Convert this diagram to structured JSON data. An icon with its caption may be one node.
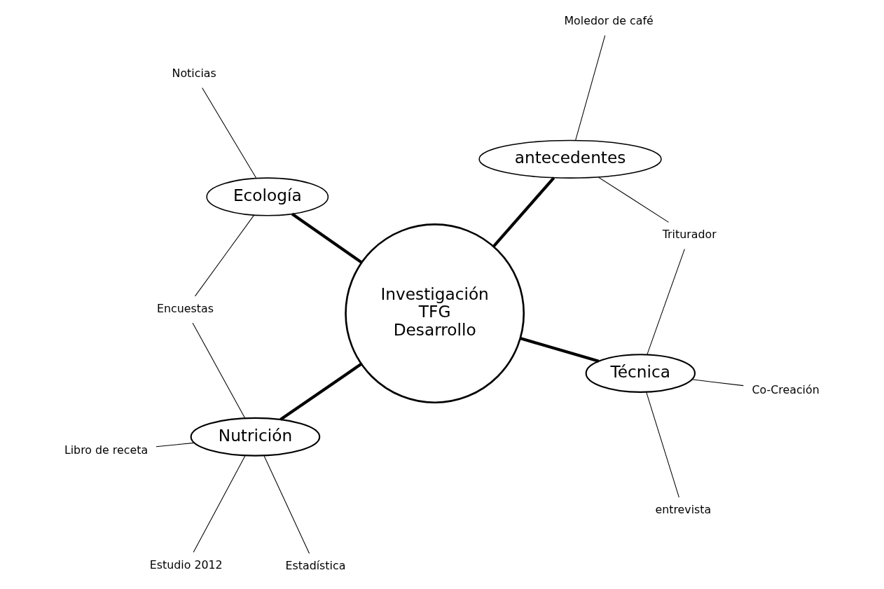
{
  "diagram": {
    "nodes": [
      {
        "text": [
          "Investigación",
          "TFG",
          "Desarrollo"
        ]
      },
      {
        "text": [
          "Técnica"
        ]
      },
      {
        "text": [
          "Nutrición"
        ]
      },
      {
        "text": [
          "Ecología"
        ]
      },
      {
        "text": [
          "antecedentes"
        ]
      },
      {
        "text": [
          "Co-Creación"
        ]
      },
      {
        "text": [
          "entrevista"
        ]
      },
      {
        "text": [
          "Triturador"
        ]
      },
      {
        "text": [
          "Libro de receta"
        ]
      },
      {
        "text": [
          "Estudio 2012"
        ]
      },
      {
        "text": [
          "Estadística"
        ]
      },
      {
        "text": [
          "Encuestas"
        ]
      },
      {
        "text": [
          "Noticias"
        ]
      },
      {
        "text": [
          "Moledor de café"
        ]
      }
    ],
    "edges": [
      {
        "from": 0,
        "to": 1,
        "arrow": "none",
        "style": "thick"
      },
      {
        "from": 0,
        "to": 2,
        "arrow": "none",
        "style": "thick"
      },
      {
        "from": 0,
        "to": 3,
        "arrow": "none",
        "style": "thick"
      },
      {
        "from": 0,
        "to": 4,
        "arrow": "none",
        "style": "thick"
      },
      {
        "from": 1,
        "to": 5,
        "arrow": "none"
      },
      {
        "from": 1,
        "to": 6,
        "arrow": "none"
      },
      {
        "from": 1,
        "to": 7,
        "arrow": "none"
      },
      {
        "from": 4,
        "to": 7,
        "arrow": "none"
      },
      {
        "from": 4,
        "to": 13,
        "arrow": "none"
      },
      {
        "from": 2,
        "to": 8,
        "arrow": "none"
      },
      {
        "from": 2,
        "to": 9,
        "arrow": "none"
      },
      {
        "from": 2,
        "to": 10,
        "arrow": "none"
      },
      {
        "from": 2,
        "to": 11,
        "arrow": "none"
      },
      {
        "from": 3,
        "to": 11,
        "arrow": "none"
      },
      {
        "from": 3,
        "to": 12,
        "arrow": "none"
      }
    ]
  }
}
